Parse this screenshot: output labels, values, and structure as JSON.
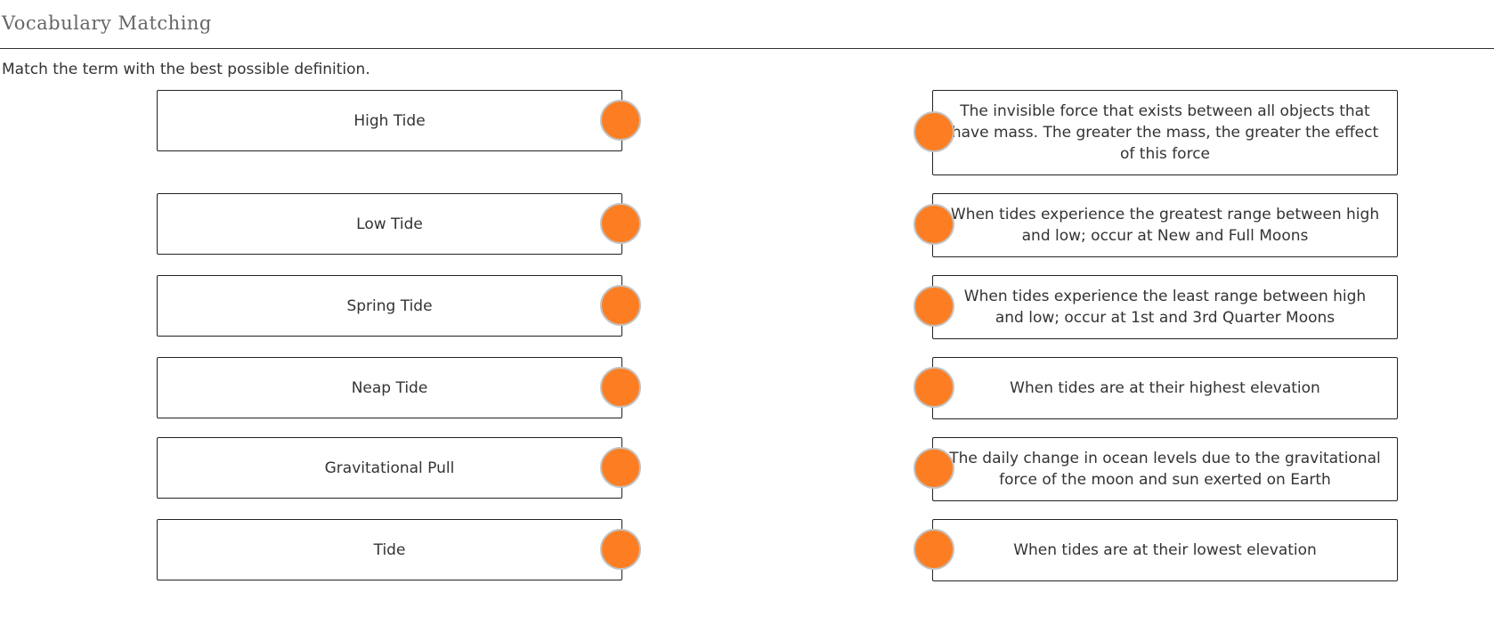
{
  "header": {
    "title": "Vocabulary Matching",
    "instructions": "Match the term with the best possible definition."
  },
  "colors": {
    "dot": "#fd7e22",
    "border": "#222222"
  },
  "terms": [
    {
      "label": "High Tide"
    },
    {
      "label": "Low Tide"
    },
    {
      "label": "Spring Tide"
    },
    {
      "label": "Neap Tide"
    },
    {
      "label": "Gravitational Pull"
    },
    {
      "label": "Tide"
    }
  ],
  "definitions": [
    {
      "text": "The invisible force that exists between all objects that have mass. The greater the mass, the greater the effect of this force"
    },
    {
      "text": "When tides experience the greatest range between high and low; occur at New and Full Moons"
    },
    {
      "text": "When tides experience the least range between high and low; occur at 1st and 3rd Quarter Moons"
    },
    {
      "text": "When tides are at their highest elevation"
    },
    {
      "text": "The daily change in ocean levels due to the gravitational force of the moon and sun exerted on Earth"
    },
    {
      "text": "When tides are at their lowest elevation"
    }
  ]
}
